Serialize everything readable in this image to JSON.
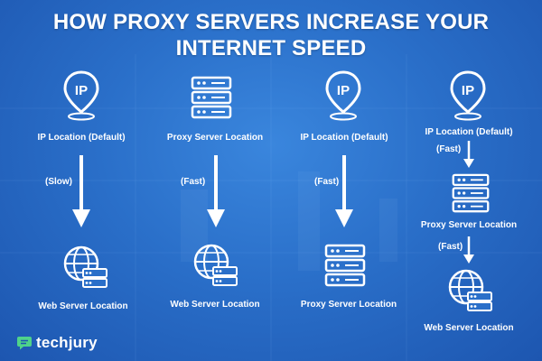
{
  "title": {
    "line1": "HOW PROXY SERVERS INCREASE YOUR",
    "line2": "INTERNET SPEED"
  },
  "columns": [
    {
      "top_label": "IP Location (Default)",
      "speed": "(Slow)",
      "bottom_label": "Web Server Location",
      "top_icon": "ip-location-pin-icon",
      "bottom_icon": "globe-server-icon"
    },
    {
      "top_label": "Proxy Server Location",
      "speed": "(Fast)",
      "bottom_label": "Web Server Location",
      "top_icon": "server-rack-icon",
      "bottom_icon": "globe-server-icon"
    },
    {
      "top_label": "IP Location (Default)",
      "speed": "(Fast)",
      "bottom_label": "Proxy Server Location",
      "top_icon": "ip-location-pin-icon",
      "bottom_icon": "server-rack-icon"
    },
    {
      "top_label": "IP Location (Default)",
      "speed1": "(Fast)",
      "middle_label": "Proxy Server Location",
      "speed2": "(Fast)",
      "bottom_label": "Web Server Location",
      "top_icon": "ip-location-pin-icon",
      "middle_icon": "server-rack-icon",
      "bottom_icon": "globe-server-icon"
    }
  ],
  "logo": {
    "text": "techjury",
    "icon": "chat-bubble-icon"
  },
  "colors": {
    "background": "#2a6fc9",
    "foreground": "#ffffff"
  }
}
